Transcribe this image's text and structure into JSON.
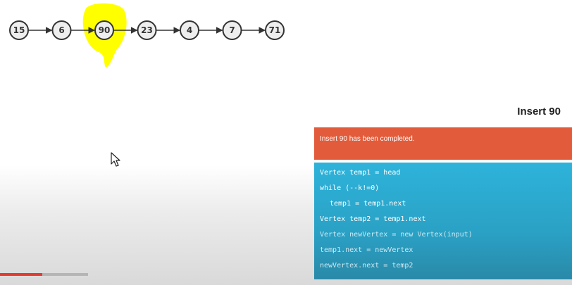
{
  "linked_list": {
    "nodes": [
      "15",
      "6",
      "90",
      "23",
      "4",
      "7",
      "71"
    ],
    "highlighted_index": 2,
    "highlight_color": "#ffff00"
  },
  "action": {
    "title": "Insert 90"
  },
  "status": {
    "message": "Insert 90 has been completed.",
    "color": "#e25b3a"
  },
  "code": {
    "color": "#2eb3da",
    "lines": [
      "Vertex temp1 = head",
      "while (--k!=0)",
      "temp1 = temp1.next",
      "Vertex temp2 = temp1.next",
      "Vertex newVertex = new Vertex(input)",
      "temp1.next = newVertex",
      "newVertex.next = temp2"
    ]
  },
  "video": {
    "progress_fraction": 0.48,
    "progress_color": "#e63a2e"
  },
  "icons": {
    "cursor": "mouse-pointer-icon"
  }
}
